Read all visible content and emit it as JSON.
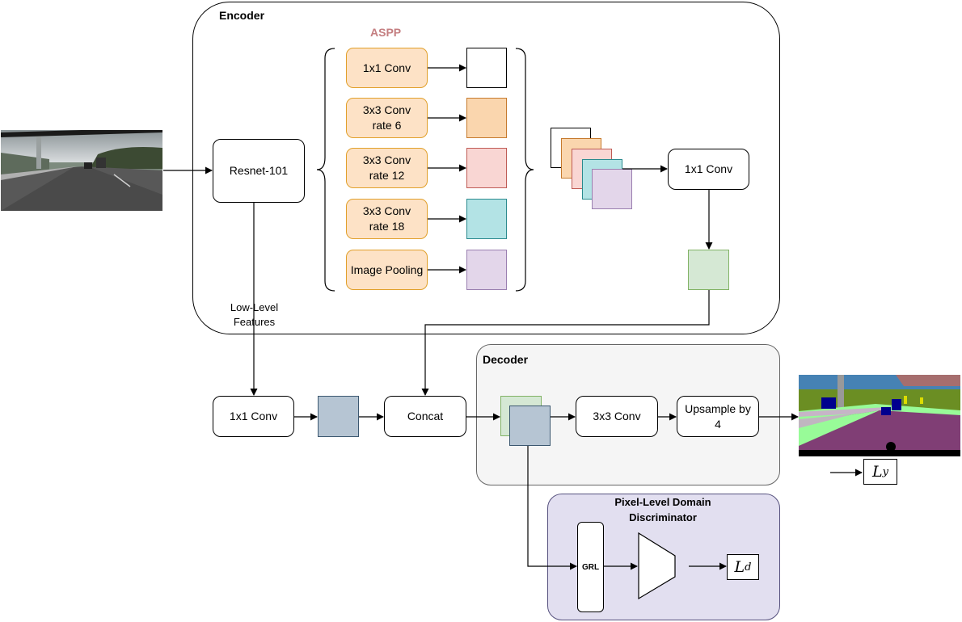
{
  "encoder": {
    "title": "Encoder"
  },
  "aspp": {
    "title": "ASPP",
    "title_color": "#c47e80",
    "branches": [
      {
        "label": "1x1 Conv",
        "fill": "#ffffff",
        "stroke": "#000000"
      },
      {
        "label": "3x3 Conv\nrate 6",
        "fill": "#fad6ae",
        "stroke": "#c67a2d"
      },
      {
        "label": "3x3 Conv\nrate 12",
        "fill": "#f9d6d3",
        "stroke": "#bf5b55"
      },
      {
        "label": "3x3 Conv\nrate 18",
        "fill": "#b3e3e5",
        "stroke": "#2a8a8e"
      },
      {
        "label": "Image Pooling",
        "fill": "#e3d6ea",
        "stroke": "#9a7fb0"
      }
    ]
  },
  "backbone": {
    "label": "Resnet-101"
  },
  "encoder_out": {
    "conv_label": "1x1 Conv",
    "feature_fill": "#d5e8d4",
    "feature_stroke": "#82b366"
  },
  "low_level": {
    "label": "Low-Level\nFeatures",
    "conv_label": "1x1 Conv",
    "feature_fill": "#b6c5d3",
    "feature_stroke": "#3c5870"
  },
  "concat": {
    "label": "Concat"
  },
  "decoder": {
    "title": "Decoder",
    "conv_label": "3x3 Conv",
    "upsample_label": "Upsample by\n4",
    "background": "#f5f5f5"
  },
  "discriminator": {
    "title": "Pixel-Level Domain\nDiscriminator",
    "grl_label": "GRL",
    "loss_main": "L",
    "loss_sub": "d",
    "background": "#e2dff0",
    "border": "#56517e"
  },
  "segmentation_loss": {
    "main": "L",
    "sub": "y"
  },
  "icons": {
    "input_image": "road-scene-photo",
    "output_image": "segmentation-map",
    "discriminator_shape": "trapezoid"
  }
}
